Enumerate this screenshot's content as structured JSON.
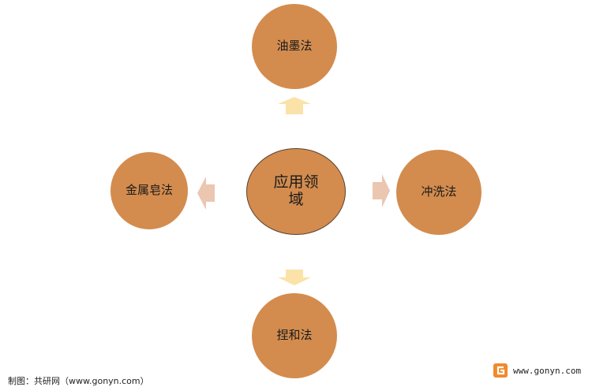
{
  "diagram": {
    "center": {
      "label": "应用领\n域"
    },
    "top": {
      "label": "油墨法"
    },
    "right": {
      "label": "冲洗法"
    },
    "bottom": {
      "label": "捏和法"
    },
    "left": {
      "label": "金属皂法"
    }
  },
  "colors": {
    "node_fill": "#d38c4e",
    "center_border": "#5a4030",
    "arrow_yellow": "#fbe2a8",
    "arrow_pink": "#ebc6b0"
  },
  "footer": {
    "source": "制图：共研网（www.gonyn.com）",
    "site": "www.gonyn.com",
    "logo_icon": "gonyn-logo-icon"
  }
}
